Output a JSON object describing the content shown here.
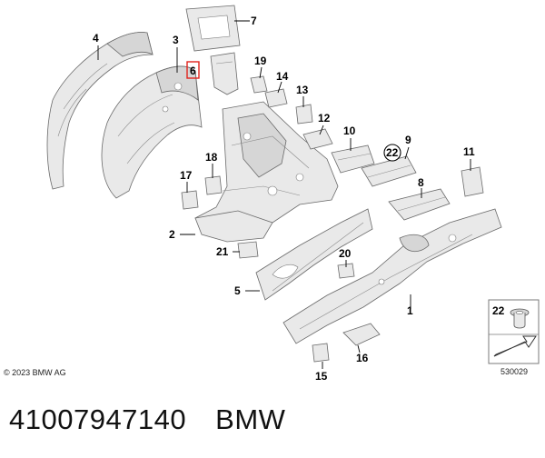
{
  "diagram": {
    "callouts": [
      {
        "id": "c1",
        "label": "1"
      },
      {
        "id": "c2",
        "label": "2"
      },
      {
        "id": "c3",
        "label": "3"
      },
      {
        "id": "c4",
        "label": "4"
      },
      {
        "id": "c5",
        "label": "5"
      },
      {
        "id": "c6",
        "label": "6",
        "highlighted": true,
        "highlight_color": "#e0231c"
      },
      {
        "id": "c7",
        "label": "7"
      },
      {
        "id": "c8",
        "label": "8"
      },
      {
        "id": "c9",
        "label": "9"
      },
      {
        "id": "c10",
        "label": "10"
      },
      {
        "id": "c11",
        "label": "11"
      },
      {
        "id": "c12",
        "label": "12"
      },
      {
        "id": "c13",
        "label": "13"
      },
      {
        "id": "c14",
        "label": "14"
      },
      {
        "id": "c15",
        "label": "15"
      },
      {
        "id": "c16",
        "label": "16"
      },
      {
        "id": "c17",
        "label": "17"
      },
      {
        "id": "c18",
        "label": "18"
      },
      {
        "id": "c19",
        "label": "19"
      },
      {
        "id": "c20",
        "label": "20"
      },
      {
        "id": "c21",
        "label": "21"
      },
      {
        "id": "c22",
        "label": "22",
        "circled": true
      }
    ],
    "legend_label": "22",
    "copyright": "© 2023 BMW AG",
    "image_number": "530029"
  },
  "footer": {
    "part_number": "41007947140",
    "brand": "BMW"
  },
  "colors": {
    "highlight": "#e0231c",
    "part_fill": "#e9e9e9",
    "outline": "#6a6a6a"
  }
}
